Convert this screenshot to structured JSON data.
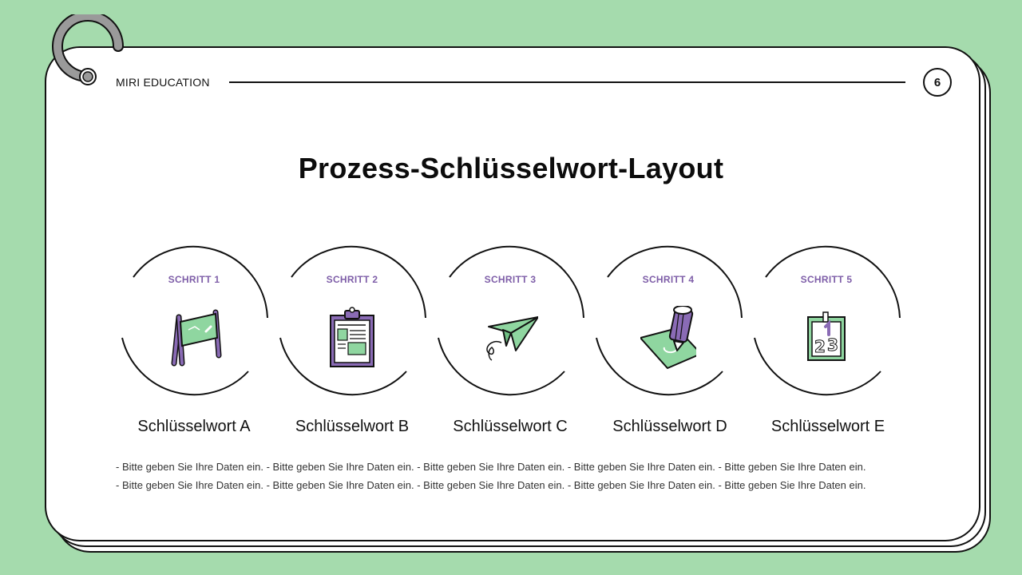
{
  "brand": "MIRI EDUCATION",
  "page_number": "6",
  "title": "Prozess-Schlüsselwort-Layout",
  "steps": [
    {
      "label": "SCHRITT 1",
      "keyword": "Schlüsselwort A",
      "icon": "chalkboard-icon"
    },
    {
      "label": "SCHRITT 2",
      "keyword": "Schlüsselwort B",
      "icon": "clipboard-icon"
    },
    {
      "label": "SCHRITT 3",
      "keyword": "Schlüsselwort C",
      "icon": "paper-plane-icon"
    },
    {
      "label": "SCHRITT 4",
      "keyword": "Schlüsselwort D",
      "icon": "pencil-icon"
    },
    {
      "label": "SCHRITT 5",
      "keyword": "Schlüsselwort E",
      "icon": "calendar-icon"
    }
  ],
  "description_lines": [
    "- Bitte geben Sie Ihre Daten ein. - Bitte geben Sie Ihre Daten ein. - Bitte geben Sie Ihre Daten ein. - Bitte geben Sie Ihre Daten ein. - Bitte geben Sie Ihre Daten ein.",
    "- Bitte geben Sie Ihre Daten ein. - Bitte geben Sie Ihre Daten ein. - Bitte geben Sie Ihre Daten ein. - Bitte geben Sie Ihre Daten ein. - Bitte geben Sie Ihre Daten ein."
  ],
  "colors": {
    "background": "#a5dbad",
    "accent_purple": "#7e5ea8",
    "accent_green": "#8fd6a0",
    "ink": "#111111"
  }
}
